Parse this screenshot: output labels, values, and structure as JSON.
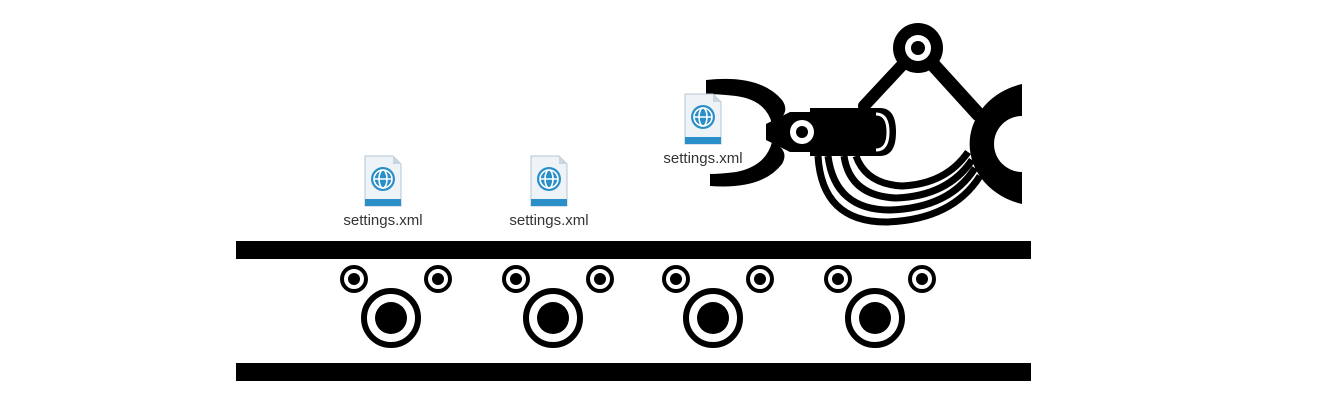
{
  "files": [
    {
      "name": "settings.xml",
      "icon": "xml-file-icon"
    },
    {
      "name": "settings.xml",
      "icon": "xml-file-icon"
    },
    {
      "name": "settings.xml",
      "icon": "xml-file-icon"
    }
  ],
  "colors": {
    "ink": "#000000",
    "background": "#ffffff",
    "file_accent": "#2a8fc9",
    "file_paper": "#eef3f7",
    "label": "#333333"
  },
  "icons": {
    "file": "xml-file-icon",
    "robot": "robotic-arm-icon",
    "roller": "conveyor-roller-icon"
  }
}
